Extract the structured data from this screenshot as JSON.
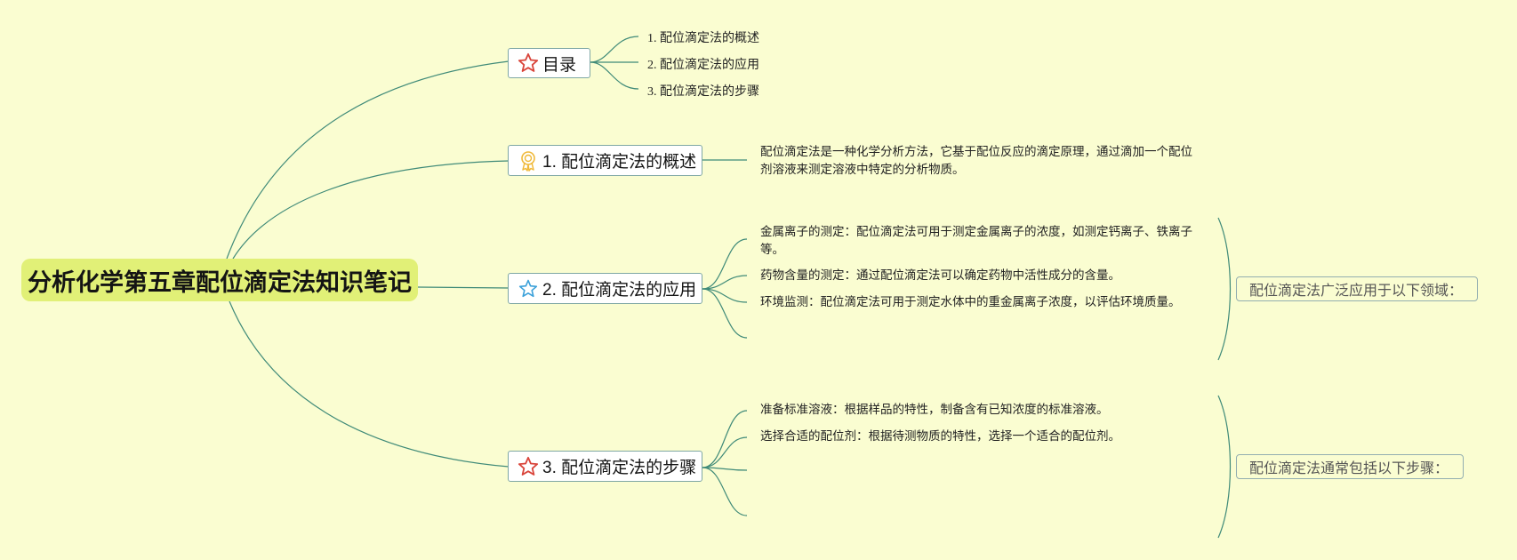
{
  "title": "分析化学第五章配位滴定法知识笔记",
  "toc": {
    "label": "目录",
    "icon": "red-star-icon",
    "items": [
      "1. 配位滴定法的概述",
      "2. 配位滴定法的应用",
      "3. 配位滴定法的步骤"
    ]
  },
  "overview": {
    "label": "1. 配位滴定法的概述",
    "icon": "award-ribbon-icon",
    "text": "配位滴定法是一种化学分析方法，它基于配位反应的滴定原理，通过滴加一个配位剂溶液来测定溶液中特定的分析物质。"
  },
  "application": {
    "label": "2. 配位滴定法的应用",
    "icon": "blue-star-icon",
    "items": [
      "金属离子的测定：配位滴定法可用于测定金属离子的浓度，如测定钙离子、铁离子等。",
      "药物含量的测定：通过配位滴定法可以确定药物中活性成分的含量。",
      "环境监测：配位滴定法可用于测定水体中的重金属离子浓度，以评估环境质量。"
    ],
    "summary": "配位滴定法广泛应用于以下领域："
  },
  "steps": {
    "label": "3. 配位滴定法的步骤",
    "icon": "red-star-icon",
    "items": [
      "准备标准溶液：根据样品的特性，制备含有已知浓度的标准溶液。",
      "选择合适的配位剂：根据待测物质的特性，选择一个适合的配位剂。"
    ],
    "summary": "配位滴定法通常包括以下步骤："
  },
  "colors": {
    "background": "#fafdd1",
    "central": "#e1f077",
    "line": "#3f8a78",
    "star_red": "#d9443a",
    "star_blue": "#3aa0d9",
    "medal": "#f0b93a"
  }
}
